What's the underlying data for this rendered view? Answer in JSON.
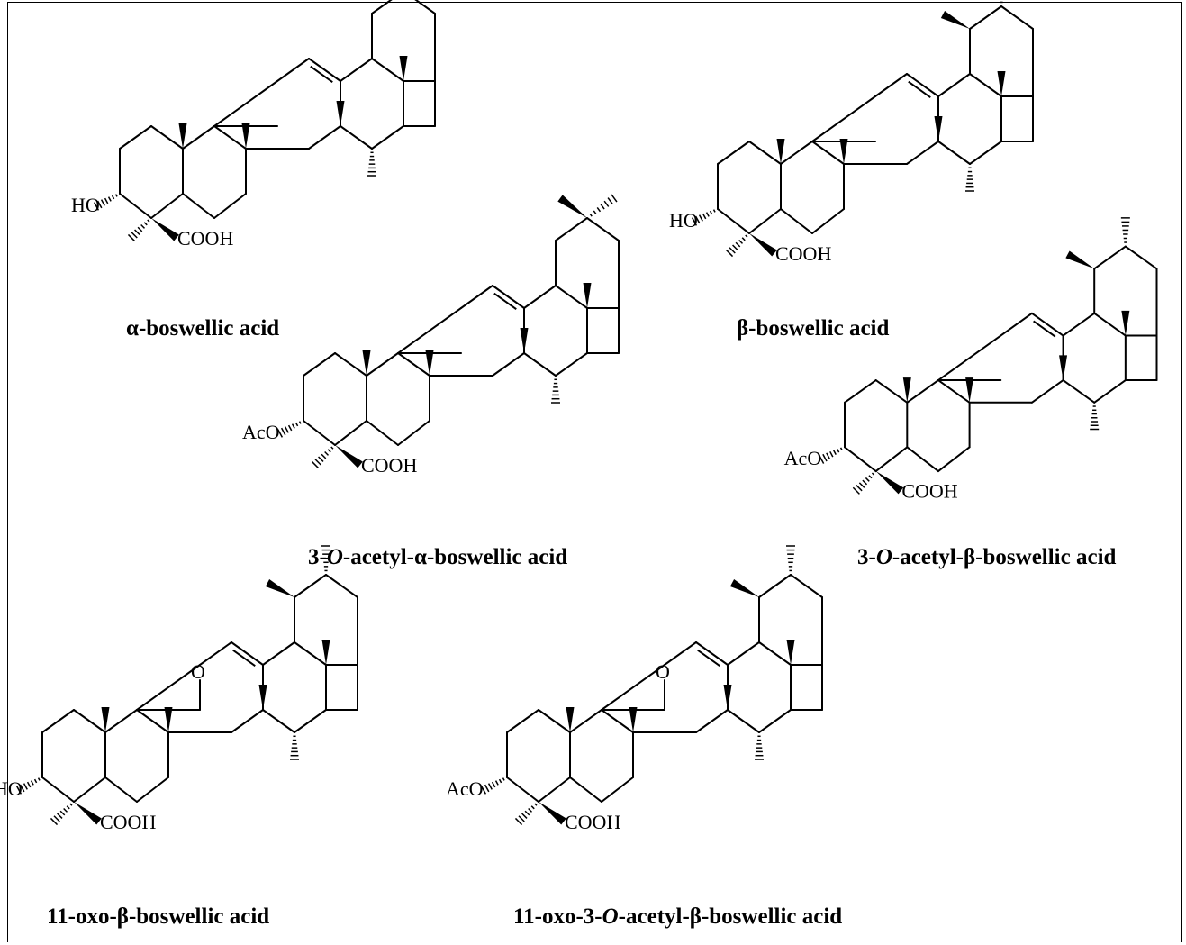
{
  "figure": {
    "line_color": "#000000",
    "compounds": [
      {
        "name_parts": [
          "α-boswellic acid"
        ],
        "italic_index": -1,
        "skeleton": "alpha",
        "substituent": "HO",
        "acid_label": "COOH",
        "oxo": false,
        "oxo_label": ""
      },
      {
        "name_parts": [
          "β-boswellic acid"
        ],
        "italic_index": -1,
        "skeleton": "beta",
        "substituent": "HO",
        "acid_label": "COOH",
        "oxo": false,
        "oxo_label": ""
      },
      {
        "name_parts": [
          "3-",
          "O",
          "-acetyl-α-boswellic acid"
        ],
        "italic_index": 1,
        "skeleton": "alpha",
        "substituent": "AcO",
        "acid_label": "COOH",
        "oxo": false,
        "oxo_label": ""
      },
      {
        "name_parts": [
          "3-",
          "O",
          "-acetyl-β-boswellic acid"
        ],
        "italic_index": 1,
        "skeleton": "beta",
        "substituent": "AcO",
        "acid_label": "COOH",
        "oxo": false,
        "oxo_label": ""
      },
      {
        "name_parts": [
          "11-oxo-β-boswellic acid"
        ],
        "italic_index": -1,
        "skeleton": "beta",
        "substituent": "HO",
        "acid_label": "COOH",
        "oxo": true,
        "oxo_label": "O"
      },
      {
        "name_parts": [
          "11-oxo-3-",
          "O",
          "-acetyl-β-boswellic acid"
        ],
        "italic_index": 1,
        "skeleton": "beta",
        "substituent": "AcO",
        "acid_label": "COOH",
        "oxo": true,
        "oxo_label": "O"
      }
    ]
  }
}
